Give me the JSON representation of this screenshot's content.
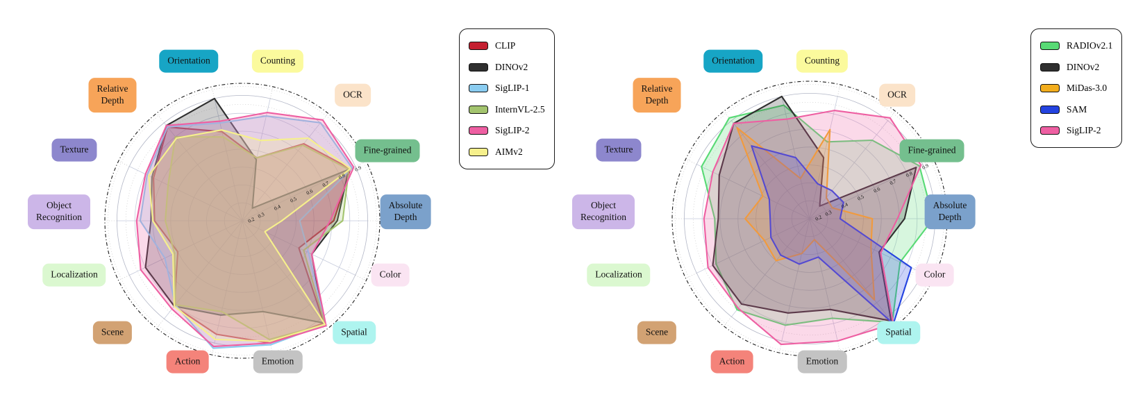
{
  "figure": {
    "background": "#ffffff"
  },
  "chart_data": [
    {
      "type": "radar",
      "panel": "left",
      "title": "",
      "categories": [
        "Orientation",
        "Counting",
        "OCR",
        "Fine-grained",
        "Absolute Depth",
        "Color",
        "Spatial",
        "Emotion",
        "Action",
        "Scene",
        "Localization",
        "Object Recognition",
        "Texture",
        "Relative Depth"
      ],
      "category_colors": [
        "#17a5c5",
        "#fbfa9d",
        "#fbe3c9",
        "#74bf8e",
        "#7ba1cb",
        "#fae4f2",
        "#aef4ef",
        "#c3c3c3",
        "#f4837a",
        "#d2a273",
        "#dbf8d0",
        "#ccb6e8",
        "#8d87cd",
        "#f7a459"
      ],
      "radial_ticks": [
        0.2,
        0.3,
        0.4,
        0.5,
        0.6,
        0.7,
        0.8,
        0.9
      ],
      "rlim": [
        0.2,
        0.97
      ],
      "grid": true,
      "legend_position": "upper right",
      "series": [
        {
          "name": "CLIP",
          "color": "#c41f30",
          "values": [
            0.71,
            0.56,
            0.75,
            0.87,
            0.71,
            0.55,
            0.93,
            0.9,
            0.85,
            0.81,
            0.6,
            0.69,
            0.75,
            0.87
          ]
        },
        {
          "name": "DINOv2",
          "color": "#2f2f2f",
          "values": [
            0.9,
            0.55,
            0.29,
            0.86,
            0.73,
            0.63,
            0.93,
            0.72,
            0.74,
            0.81,
            0.8,
            0.71,
            0.76,
            0.88
          ]
        },
        {
          "name": "SigLIP-1",
          "color": "#8accf0",
          "values": [
            0.76,
            0.8,
            0.9,
            0.88,
            0.52,
            0.61,
            0.94,
            0.91,
            0.93,
            0.8,
            0.68,
            0.77,
            0.79,
            0.87
          ]
        },
        {
          "name": "InternVL-2.5",
          "color": "#a3c46e",
          "values": [
            0.68,
            0.56,
            0.74,
            0.86,
            0.76,
            0.58,
            0.94,
            0.88,
            0.72,
            0.8,
            0.62,
            0.63,
            0.66,
            0.8
          ]
        },
        {
          "name": "SigLIP-2",
          "color": "#ee5fa2",
          "values": [
            0.77,
            0.82,
            0.92,
            0.89,
            0.69,
            0.63,
            0.95,
            0.9,
            0.92,
            0.83,
            0.83,
            0.79,
            0.8,
            0.88
          ]
        },
        {
          "name": "AIMv2",
          "color": "#f6f08c",
          "values": [
            0.72,
            0.66,
            0.79,
            0.87,
            0.42,
            0.34,
            0.94,
            0.89,
            0.88,
            0.81,
            0.63,
            0.7,
            0.78,
            0.79
          ]
        }
      ]
    },
    {
      "type": "radar",
      "panel": "right",
      "title": "",
      "categories": [
        "Orientation",
        "Counting",
        "OCR",
        "Fine-grained",
        "Absolute Depth",
        "Color",
        "Spatial",
        "Emotion",
        "Action",
        "Scene",
        "Localization",
        "Object Recognition",
        "Texture",
        "Relative Depth"
      ],
      "category_colors": [
        "#17a5c5",
        "#fbfa9d",
        "#fbe3c9",
        "#74bf8e",
        "#7ba1cb",
        "#fae4f2",
        "#aef4ef",
        "#c3c3c3",
        "#f4837a",
        "#d2a273",
        "#dbf8d0",
        "#ccb6e8",
        "#8d87cd",
        "#f7a459"
      ],
      "radial_ticks": [
        0.2,
        0.3,
        0.4,
        0.5,
        0.6,
        0.7,
        0.8,
        0.9
      ],
      "rlim": [
        0.2,
        0.97
      ],
      "grid": true,
      "legend_position": "upper right",
      "series": [
        {
          "name": "RADIOv2.1",
          "color": "#58da75",
          "values": [
            0.85,
            0.64,
            0.76,
            0.88,
            0.89,
            0.76,
            0.94,
            0.77,
            0.81,
            0.85,
            0.78,
            0.73,
            0.87,
            0.92
          ]
        },
        {
          "name": "DINOv2",
          "color": "#2f2f2f",
          "values": [
            0.9,
            0.55,
            0.29,
            0.86,
            0.73,
            0.63,
            0.93,
            0.72,
            0.74,
            0.81,
            0.8,
            0.71,
            0.76,
            0.88
          ]
        },
        {
          "name": "MiDas-3.0",
          "color": "#f2ad1d",
          "values": [
            0.43,
            0.71,
            0.35,
            0.34,
            0.55,
            0.58,
            0.78,
            0.32,
            0.4,
            0.5,
            0.48,
            0.56,
            0.49,
            0.85
          ]
        },
        {
          "name": "SAM",
          "color": "#2443e0",
          "values": [
            0.55,
            0.4,
            0.4,
            0.41,
            0.37,
            0.83,
            0.95,
            0.42,
            0.46,
            0.46,
            0.44,
            0.42,
            0.45,
            0.72
          ]
        },
        {
          "name": "SigLIP-2",
          "color": "#ee5fa2",
          "values": [
            0.77,
            0.82,
            0.92,
            0.89,
            0.69,
            0.64,
            0.95,
            0.9,
            0.92,
            0.84,
            0.83,
            0.79,
            0.8,
            0.88
          ]
        }
      ]
    }
  ]
}
